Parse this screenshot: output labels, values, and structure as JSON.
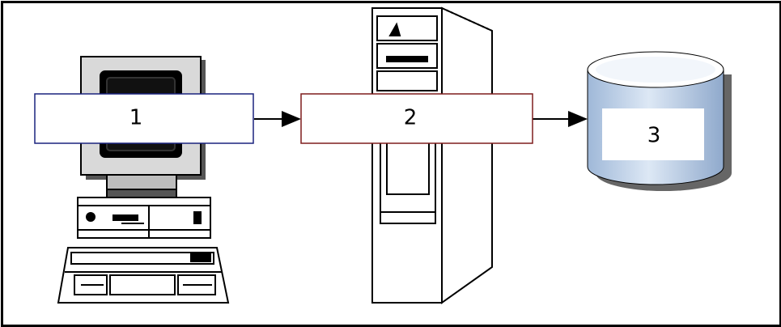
{
  "diagram": {
    "box1": {
      "label": "1",
      "border_color": "#1a237e"
    },
    "box2": {
      "label": "2",
      "border_color": "#7f1d1d"
    },
    "box3": {
      "label": "3"
    },
    "icons": [
      "desktop-computer-icon",
      "server-tower-icon",
      "database-cylinder-icon"
    ]
  }
}
